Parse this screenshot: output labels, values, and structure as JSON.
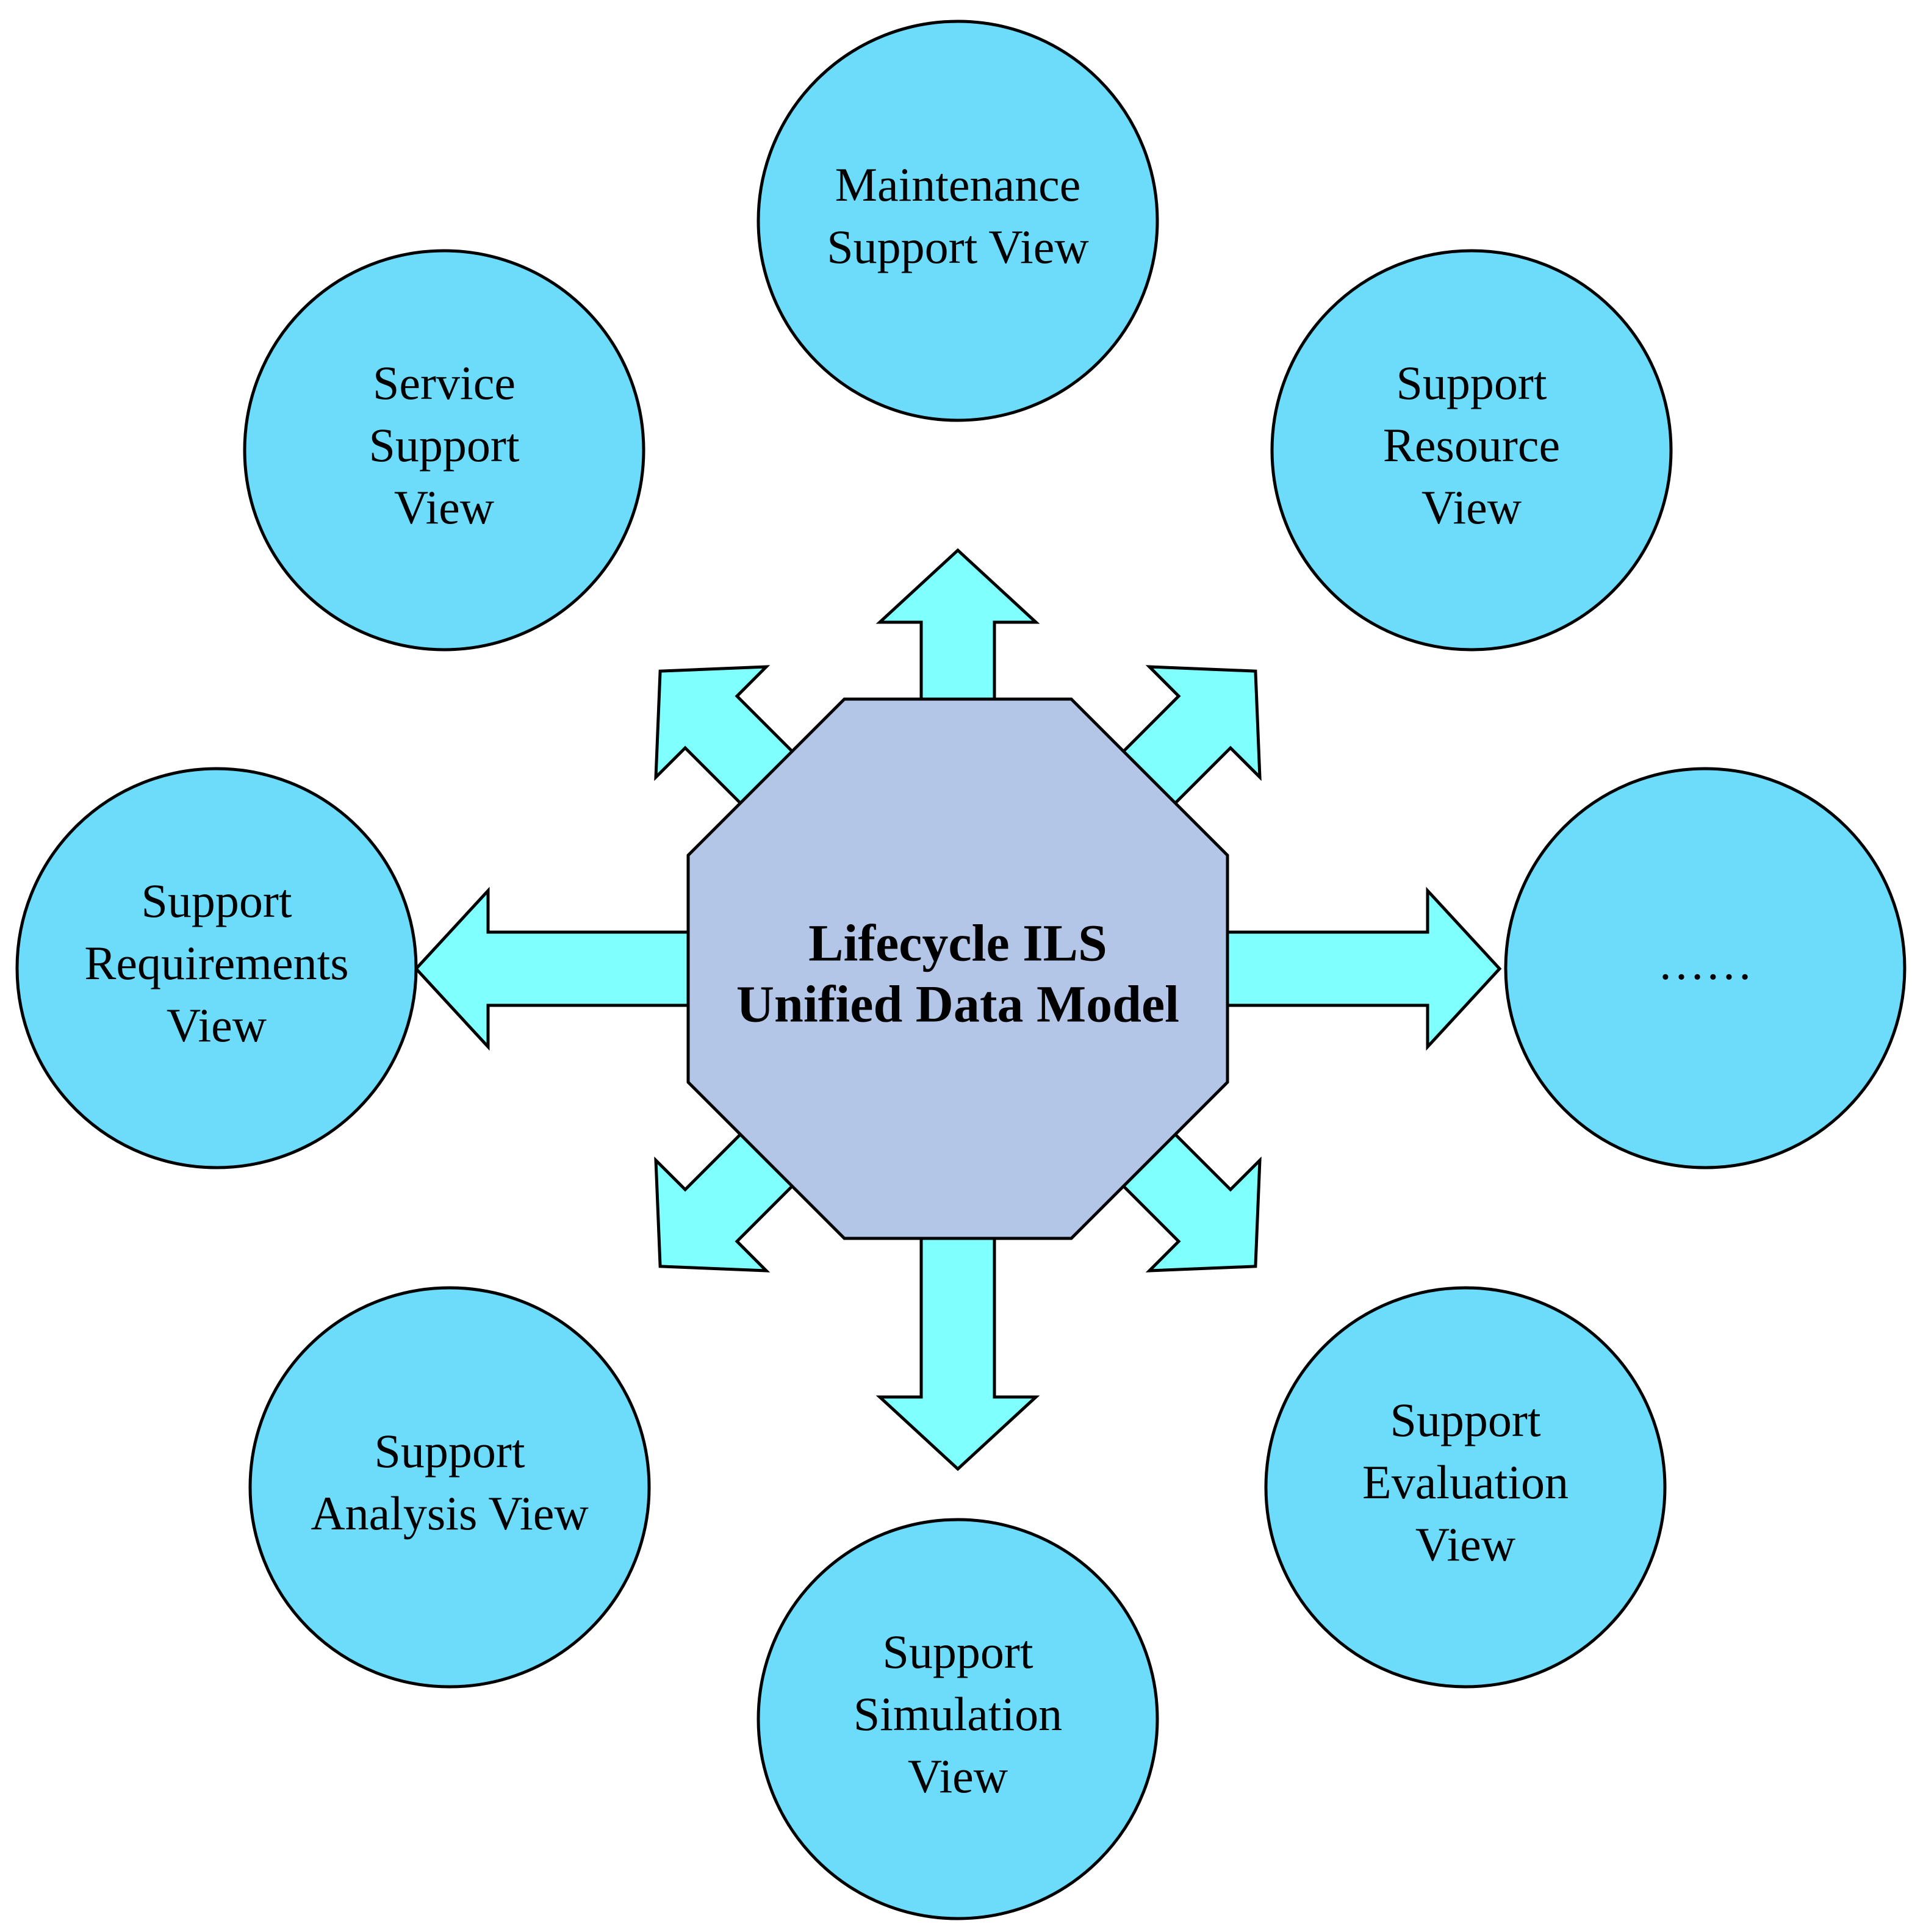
{
  "center": {
    "lines": [
      "Lifecycle ILS",
      "Unified Data Model"
    ]
  },
  "views": [
    {
      "id": "maintenance",
      "lines": [
        "Maintenance",
        "Support View"
      ]
    },
    {
      "id": "resource",
      "lines": [
        "Support",
        "Resource",
        "View"
      ]
    },
    {
      "id": "more",
      "lines": [
        "……"
      ]
    },
    {
      "id": "evaluation",
      "lines": [
        "Support",
        "Evaluation",
        "View"
      ]
    },
    {
      "id": "simulation",
      "lines": [
        "Support",
        "Simulation",
        "View"
      ]
    },
    {
      "id": "analysis",
      "lines": [
        "Support",
        "Analysis View"
      ]
    },
    {
      "id": "requirements",
      "lines": [
        "Support",
        "Requirements",
        "View"
      ]
    },
    {
      "id": "service",
      "lines": [
        "Service",
        "Support",
        "View"
      ]
    }
  ],
  "colors": {
    "circle_fill": "#6cdcfa",
    "arrow_fill": "#80ffff",
    "octagon_fill": "#b4c6e7",
    "stroke": "#000000",
    "text": "#000000"
  }
}
